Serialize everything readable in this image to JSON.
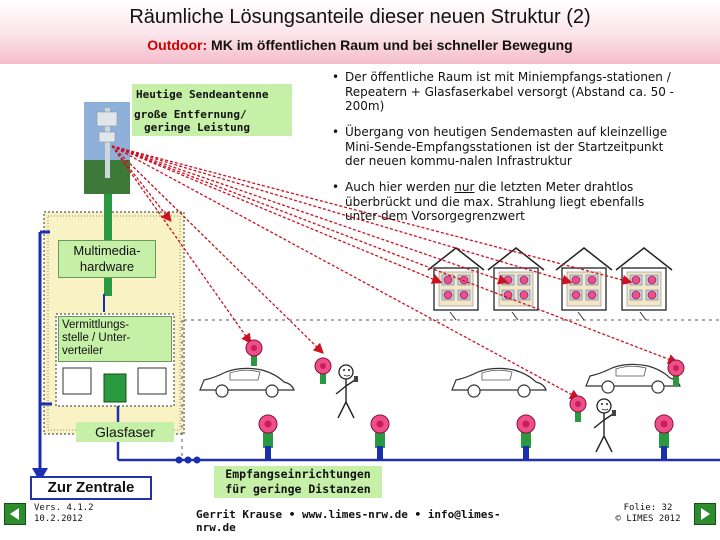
{
  "header": {
    "title": "Räumliche Lösungsanteile dieser neuen Struktur (2)",
    "subtitle_highlight": "Outdoor:",
    "subtitle_rest": " MK im öffentlichen Raum und bei schneller Bewegung"
  },
  "antenna_box": {
    "line1": "Heutige Sendeantenne",
    "line2": "große Entfernung/",
    "line3": "geringe Leistung"
  },
  "bullets": {
    "b1_l1": "Der öffentliche Raum ist mit Miniempfangs-stationen /",
    "b1_l2": "Repeatern + Glasfaserkabel versorgt (Abstand ca. 50 -",
    "b1_l3": "200m)",
    "b2_l1": " Übergang von heutigen Sendemasten auf kleinzellige",
    "b2_l2": "Mini-Sende-Empfangsstationen ist der Startzeitpunkt",
    "b2_l3": "der neuen kommu-nalen Infrastruktur",
    "b3_l1_a": "Auch hier werden ",
    "b3_l1_u": "nur",
    "b3_l1_b": " die letzten Meter drahtlos",
    "b3_l2": "überbrückt und die max. Strahlung liegt ebenfalls",
    "b3_l3": "unter dem Vorsorgegrenzwert"
  },
  "labels": {
    "multimedia_l1": "Multimedia-",
    "multimedia_l2": "hardware",
    "vermittlung_l1": "Vermittlungs-",
    "vermittlung_l2": "stelle / Unter-",
    "vermittlung_l3": "verteiler",
    "glasfaser": "Glasfaser",
    "zentrale": "Zur Zentrale",
    "empfang_l1": "Empfangseinrichtungen",
    "empfang_l2": "für geringe Distanzen"
  },
  "footer": {
    "version_l1": "Vers. 4.1.2",
    "version_l2": "10.2.2012",
    "author": "Gerrit Krause • www.limes-nrw.de • info@limes-nrw.de",
    "folie_l1": "Folie: 32",
    "folie_l2": "© LIMES 2012"
  },
  "icons": {
    "nav_left": "previous-slide-icon",
    "nav_right": "next-slide-icon"
  }
}
